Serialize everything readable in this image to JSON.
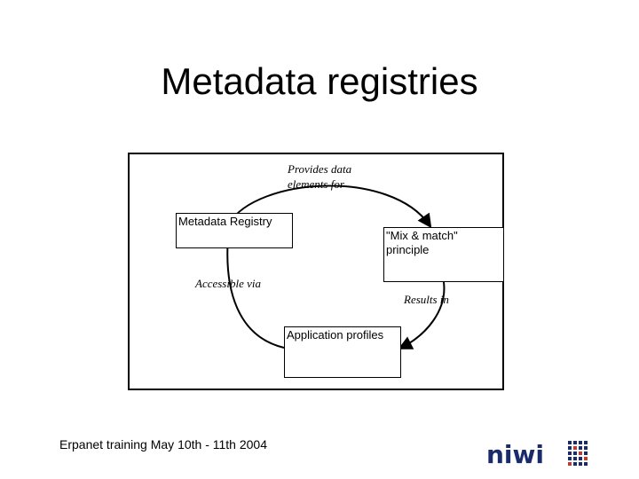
{
  "slide": {
    "title": "Metadata registries",
    "footer": "Erpanet training May 10th - 11th 2004"
  },
  "diagram": {
    "nodes": {
      "registry": "Metadata Registry",
      "mix_match": "\"Mix & match\" principle",
      "profiles": "Application profiles"
    },
    "edges": {
      "provides": "Provides data elements for",
      "results": "Results in",
      "accessible": "Accessible via"
    }
  },
  "logo": {
    "text": "niwi",
    "colors": {
      "brand": "#1a2b6b",
      "accent": "#c0392b"
    }
  }
}
